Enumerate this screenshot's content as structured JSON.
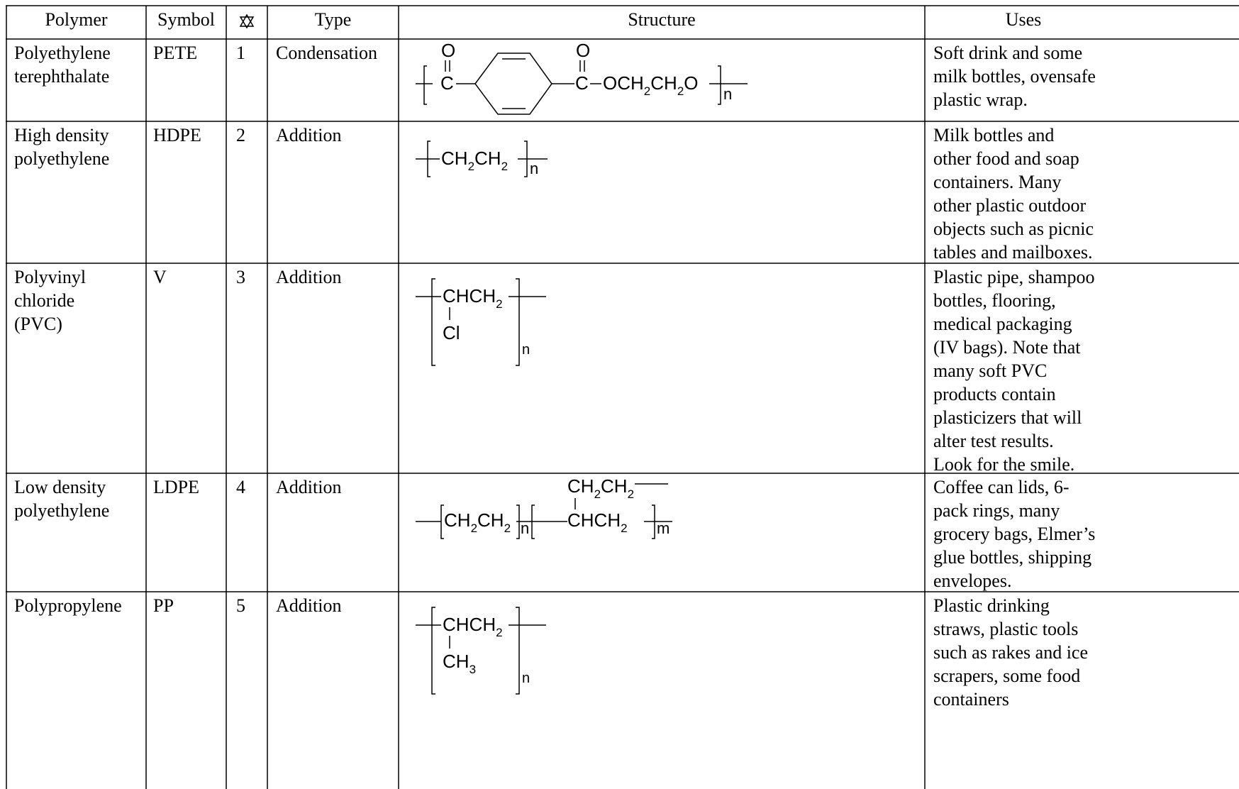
{
  "table": {
    "headers": {
      "polymer": "Polymer",
      "symbol": "Symbol",
      "recycle_icon": "recycling-symbol-icon",
      "type": "Type",
      "structure": "Structure",
      "uses": "Uses"
    },
    "rows": [
      {
        "polymer": "Polyethylene\nterephthalate",
        "symbol": "PETE",
        "number": "1",
        "type": "Condensation",
        "structure": {
          "o1": "O",
          "c1": "C",
          "o2": "O",
          "c2": "C",
          "chain": "OCH",
          "s1": "2",
          "mid": "CH",
          "s2": "2",
          "o3": "O",
          "n": "n"
        },
        "uses": "Soft drink and some\nmilk bottles, ovensafe\nplastic wrap."
      },
      {
        "polymer": "High density\npolyethylene",
        "symbol": "HDPE",
        "number": "2",
        "type": "Addition",
        "structure": {
          "ch": "CH",
          "s1": "2",
          "ch2": "CH",
          "s2": "2",
          "n": "n"
        },
        "uses": "Milk bottles and\nother food and soap\ncontainers.  Many\nother plastic outdoor\nobjects such as picnic\ntables and mailboxes."
      },
      {
        "polymer": "Polyvinyl\nchloride\n(PVC)",
        "symbol": "V",
        "number": "3",
        "type": "Addition",
        "structure": {
          "main": "CHCH",
          "s1": "2",
          "sub": "Cl",
          "n": "n"
        },
        "uses": "Plastic pipe, shampoo\nbottles, flooring,\nmedical packaging\n(IV bags).  Note that\nmany soft PVC\nproducts contain\nplasticizers that will\nalter test results.\nLook for the smile."
      },
      {
        "polymer": "Low density\npolyethylene",
        "symbol": "LDPE",
        "number": "4",
        "type": "Addition",
        "structure": {
          "top": "CH",
          "ts1": "2",
          "top2": "CH",
          "ts2": "2",
          "ch": "CH",
          "s1": "2",
          "ch2": "CH",
          "s2": "2",
          "n": "n",
          "main": "CHCH",
          "s3": "2",
          "m": "m"
        },
        "uses": "Coffee can lids, 6-\npack rings, many\ngrocery bags, Elmer’s\nglue bottles, shipping\nenvelopes."
      },
      {
        "polymer": "Polypropylene",
        "symbol": "PP",
        "number": "5",
        "type": "Addition",
        "structure": {
          "main": "CHCH",
          "s1": "2",
          "sub": "CH",
          "sub_s": "3",
          "n": "n"
        },
        "uses": "Plastic drinking\nstraws, plastic tools\nsuch as rakes and ice\nscrapers, some food\ncontainers"
      }
    ]
  }
}
